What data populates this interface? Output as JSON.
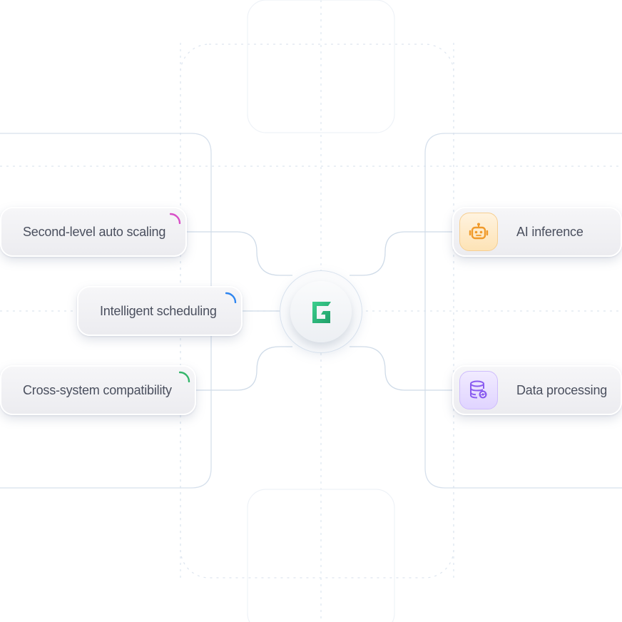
{
  "hub": {
    "icon": "g-logo-icon",
    "accent": "#2fb879"
  },
  "left_features": [
    {
      "label": "Second-level auto scaling",
      "accent": "#d84fc7"
    },
    {
      "label": "Intelligent scheduling",
      "accent": "#2f86f0"
    },
    {
      "label": "Cross-system compatibility",
      "accent": "#34b56a"
    }
  ],
  "right_features": [
    {
      "label": "AI inference",
      "icon": "robot-icon",
      "accent": "#f09a2a"
    },
    {
      "label": "Data processing",
      "icon": "database-sync-icon",
      "accent": "#8a5cf0"
    }
  ]
}
